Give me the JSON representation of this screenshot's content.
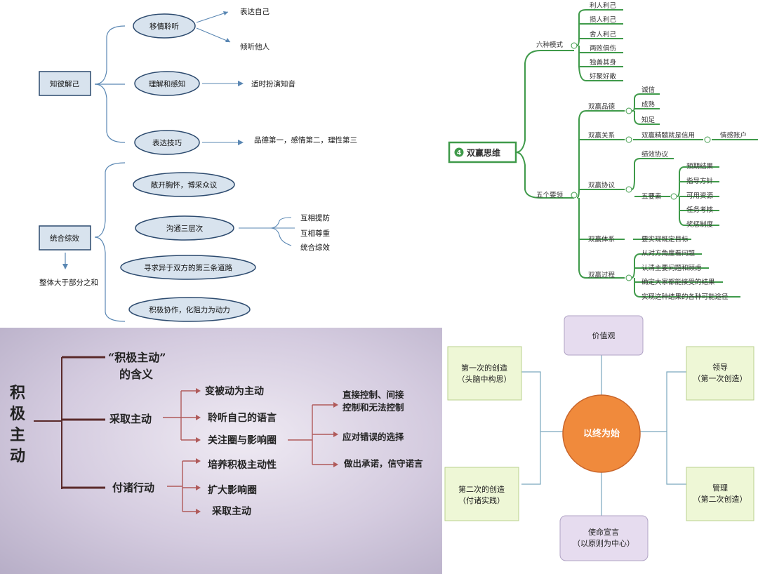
{
  "panel_tl": {
    "root1": "知彼解己",
    "empathic": "移情聆听",
    "express_self": "表达自己",
    "listen_others": "倾听他人",
    "understand": "理解和感知",
    "confidant": "适时扮演知音",
    "skill": "表达技巧",
    "skill_detail": "品德第一，感情第二，理性第三",
    "root2": "统合综效",
    "open_mind": "敞开胸怀，博采众议",
    "three_levels": "沟通三层次",
    "defend": "互相提防",
    "respect": "互相尊重",
    "synergy": "统合综效",
    "third_way": "寻求异于双方的第三条道路",
    "cooperate": "积极协作，化阻力为动力",
    "whole": "整体大于部分之和"
  },
  "panel_tr": {
    "root": "双赢思维",
    "root_badge": "4",
    "six_modes": "六种模式",
    "modes": [
      "利人利己",
      "损人利己",
      "舍人利己",
      "两败俱伤",
      "独善其身",
      "好聚好散"
    ],
    "five_elements": "五个要领",
    "character": "双赢品德",
    "character_items": [
      "诚信",
      "成熟",
      "知足"
    ],
    "relationship": "双赢关系",
    "relationship_detail": "双赢精髓就是信用",
    "emotional_account": "情感账户",
    "agreement": "双赢协议",
    "performance": "绩效协议",
    "five_factors": "五要素",
    "factors": [
      "预期结果",
      "指导方针",
      "可用资源",
      "任务考核",
      "奖惩制度"
    ],
    "system": "双赢体系",
    "system_detail": "要实现既定目标",
    "process": "双赢过程",
    "process_items": [
      "从对方角度看问题",
      "认清主要问题和顾虑",
      "确定大家都能接受的结果",
      "实现这种结果的各种可能途径"
    ]
  },
  "panel_bl": {
    "root_chars": [
      "积",
      "极",
      "主",
      "动"
    ],
    "meaning_line1": "“积极主动”",
    "meaning_line2": "的含义",
    "take_initiative": "采取主动",
    "passive_to_active": "变被动为主动",
    "listen_language": "聆听自己的语言",
    "circle_focus": "关注圈与影响圈",
    "direct_control_line1": "直接控制、间接",
    "direct_control_line2": "控制和无法控制",
    "face_mistakes": "应对错误的选择",
    "keep_promise": "做出承诺，信守诺言",
    "act": "付诸行动",
    "cultivate": "培养积极主动性",
    "expand": "扩大影响圈",
    "take_initiative2": "采取主动"
  },
  "panel_br": {
    "center": "以终为始",
    "values": "价值观",
    "first_creation_l1": "第一次的创造",
    "first_creation_l2": "（头脑中构思）",
    "second_creation_l1": "第二次的创造",
    "second_creation_l2": "（付诸实践）",
    "lead_l1": "领导",
    "lead_l2": "（第一次创造）",
    "manage_l1": "管理",
    "manage_l2": "（第二次创造）",
    "mission_l1": "使命宣言",
    "mission_l2": "（以原则为中心）",
    "colors": {
      "center_fill": "#f08a3c",
      "purple": "#e6dcef",
      "green": "#eef7d6"
    }
  },
  "colors": {
    "mind_green": "#3f9a4a",
    "node_blue": "#d8e3ee",
    "node_border": "#2c4a6e",
    "photo_bg": "#d9d2e4"
  }
}
